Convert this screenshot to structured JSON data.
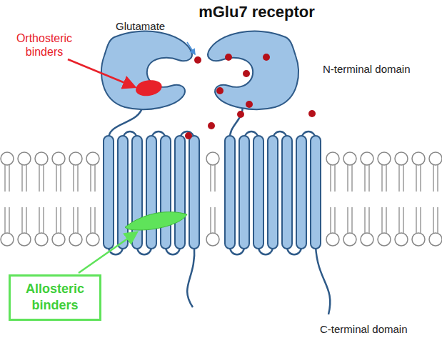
{
  "diagram": {
    "title": "mGlu7 receptor",
    "nodes": [
      {
        "text": [
          "Allosteric binders"
        ]
      }
    ],
    "labels": [
      "Glutamate",
      "N-terminal domain",
      "Orthosteric binders",
      "C-terminal domain"
    ]
  }
}
